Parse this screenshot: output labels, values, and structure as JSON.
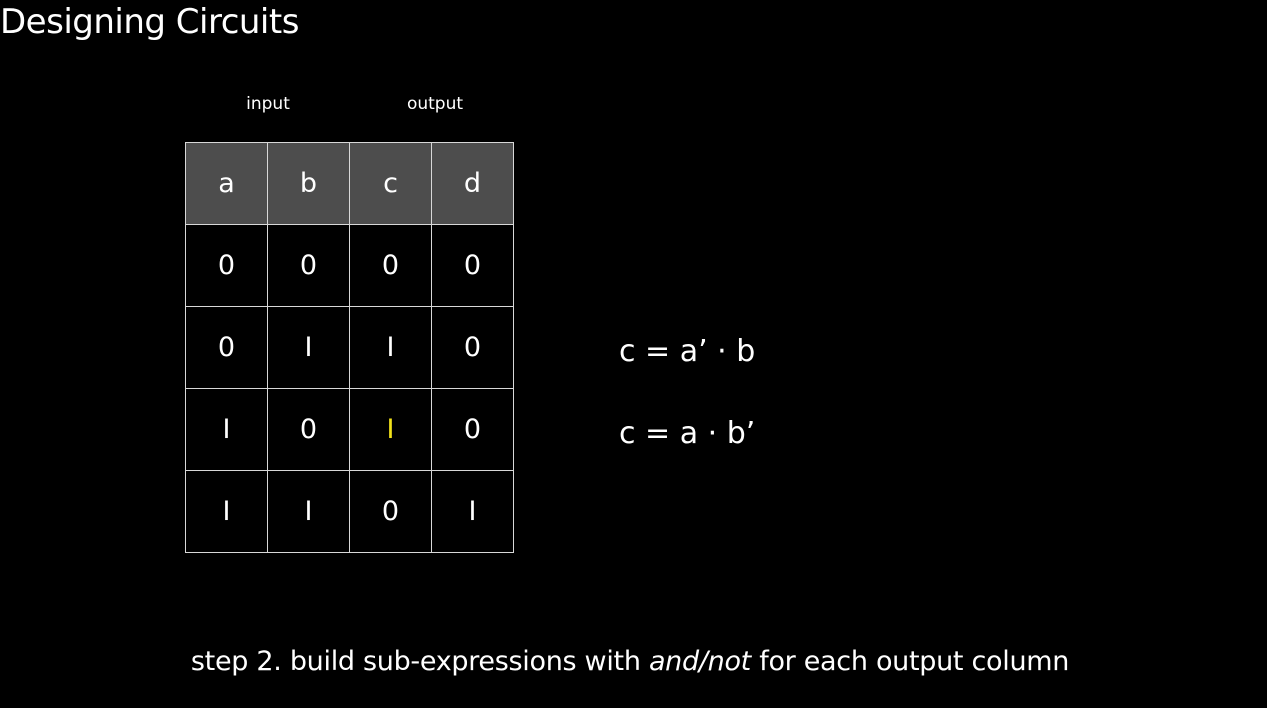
{
  "slide": {
    "title": "Designing Circuits"
  },
  "truth_table": {
    "group_labels": {
      "input": "input",
      "output": "output"
    },
    "headers": [
      "a",
      "b",
      "c",
      "d"
    ],
    "rows": [
      [
        "0",
        "0",
        "0",
        "0"
      ],
      [
        "0",
        "I",
        "I",
        "0"
      ],
      [
        "I",
        "0",
        "I",
        "0"
      ],
      [
        "I",
        "I",
        "0",
        "I"
      ]
    ],
    "highlight_color": "#f2e21a",
    "header_background": "#4d4d4d"
  },
  "expressions": [
    "c = a’ · b",
    "c = a · b’"
  ],
  "caption": {
    "prefix": "step 2. build sub-expressions with ",
    "emphasis": "and/not",
    "suffix": " for each output column"
  }
}
